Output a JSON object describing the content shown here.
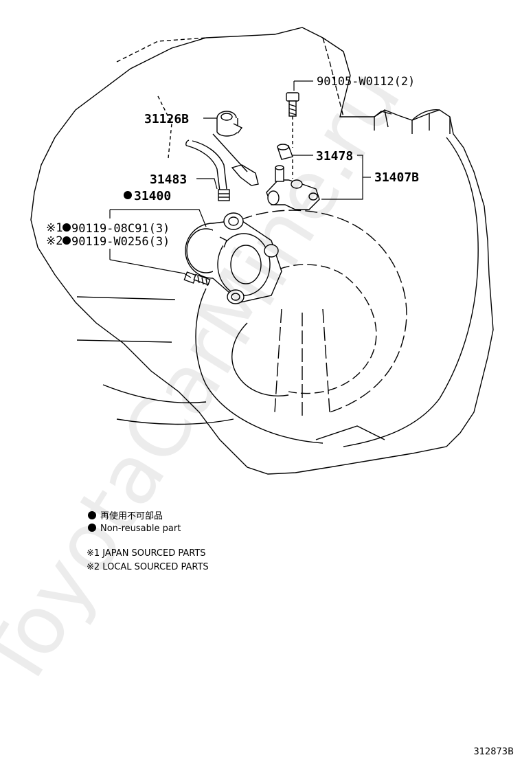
{
  "parts": {
    "p1": "90105-W0112(2)",
    "p2": "31126B",
    "p3": "31478",
    "p4": "31407B",
    "p5": "31483",
    "p6": "31400",
    "p7": "90119-08C91(3)",
    "p8": "90119-W0256(3)"
  },
  "markers": {
    "ref1": "※1",
    "ref2": "※2"
  },
  "legend": {
    "jp": "再使用不可部品",
    "en": "Non-reusable part"
  },
  "notes": {
    "n1": "※1 JAPAN SOURCED PARTS",
    "n2": "※2 LOCAL SOURCED PARTS"
  },
  "illustration_code": "312873B",
  "watermark": "ToyotaCarMine.ru"
}
